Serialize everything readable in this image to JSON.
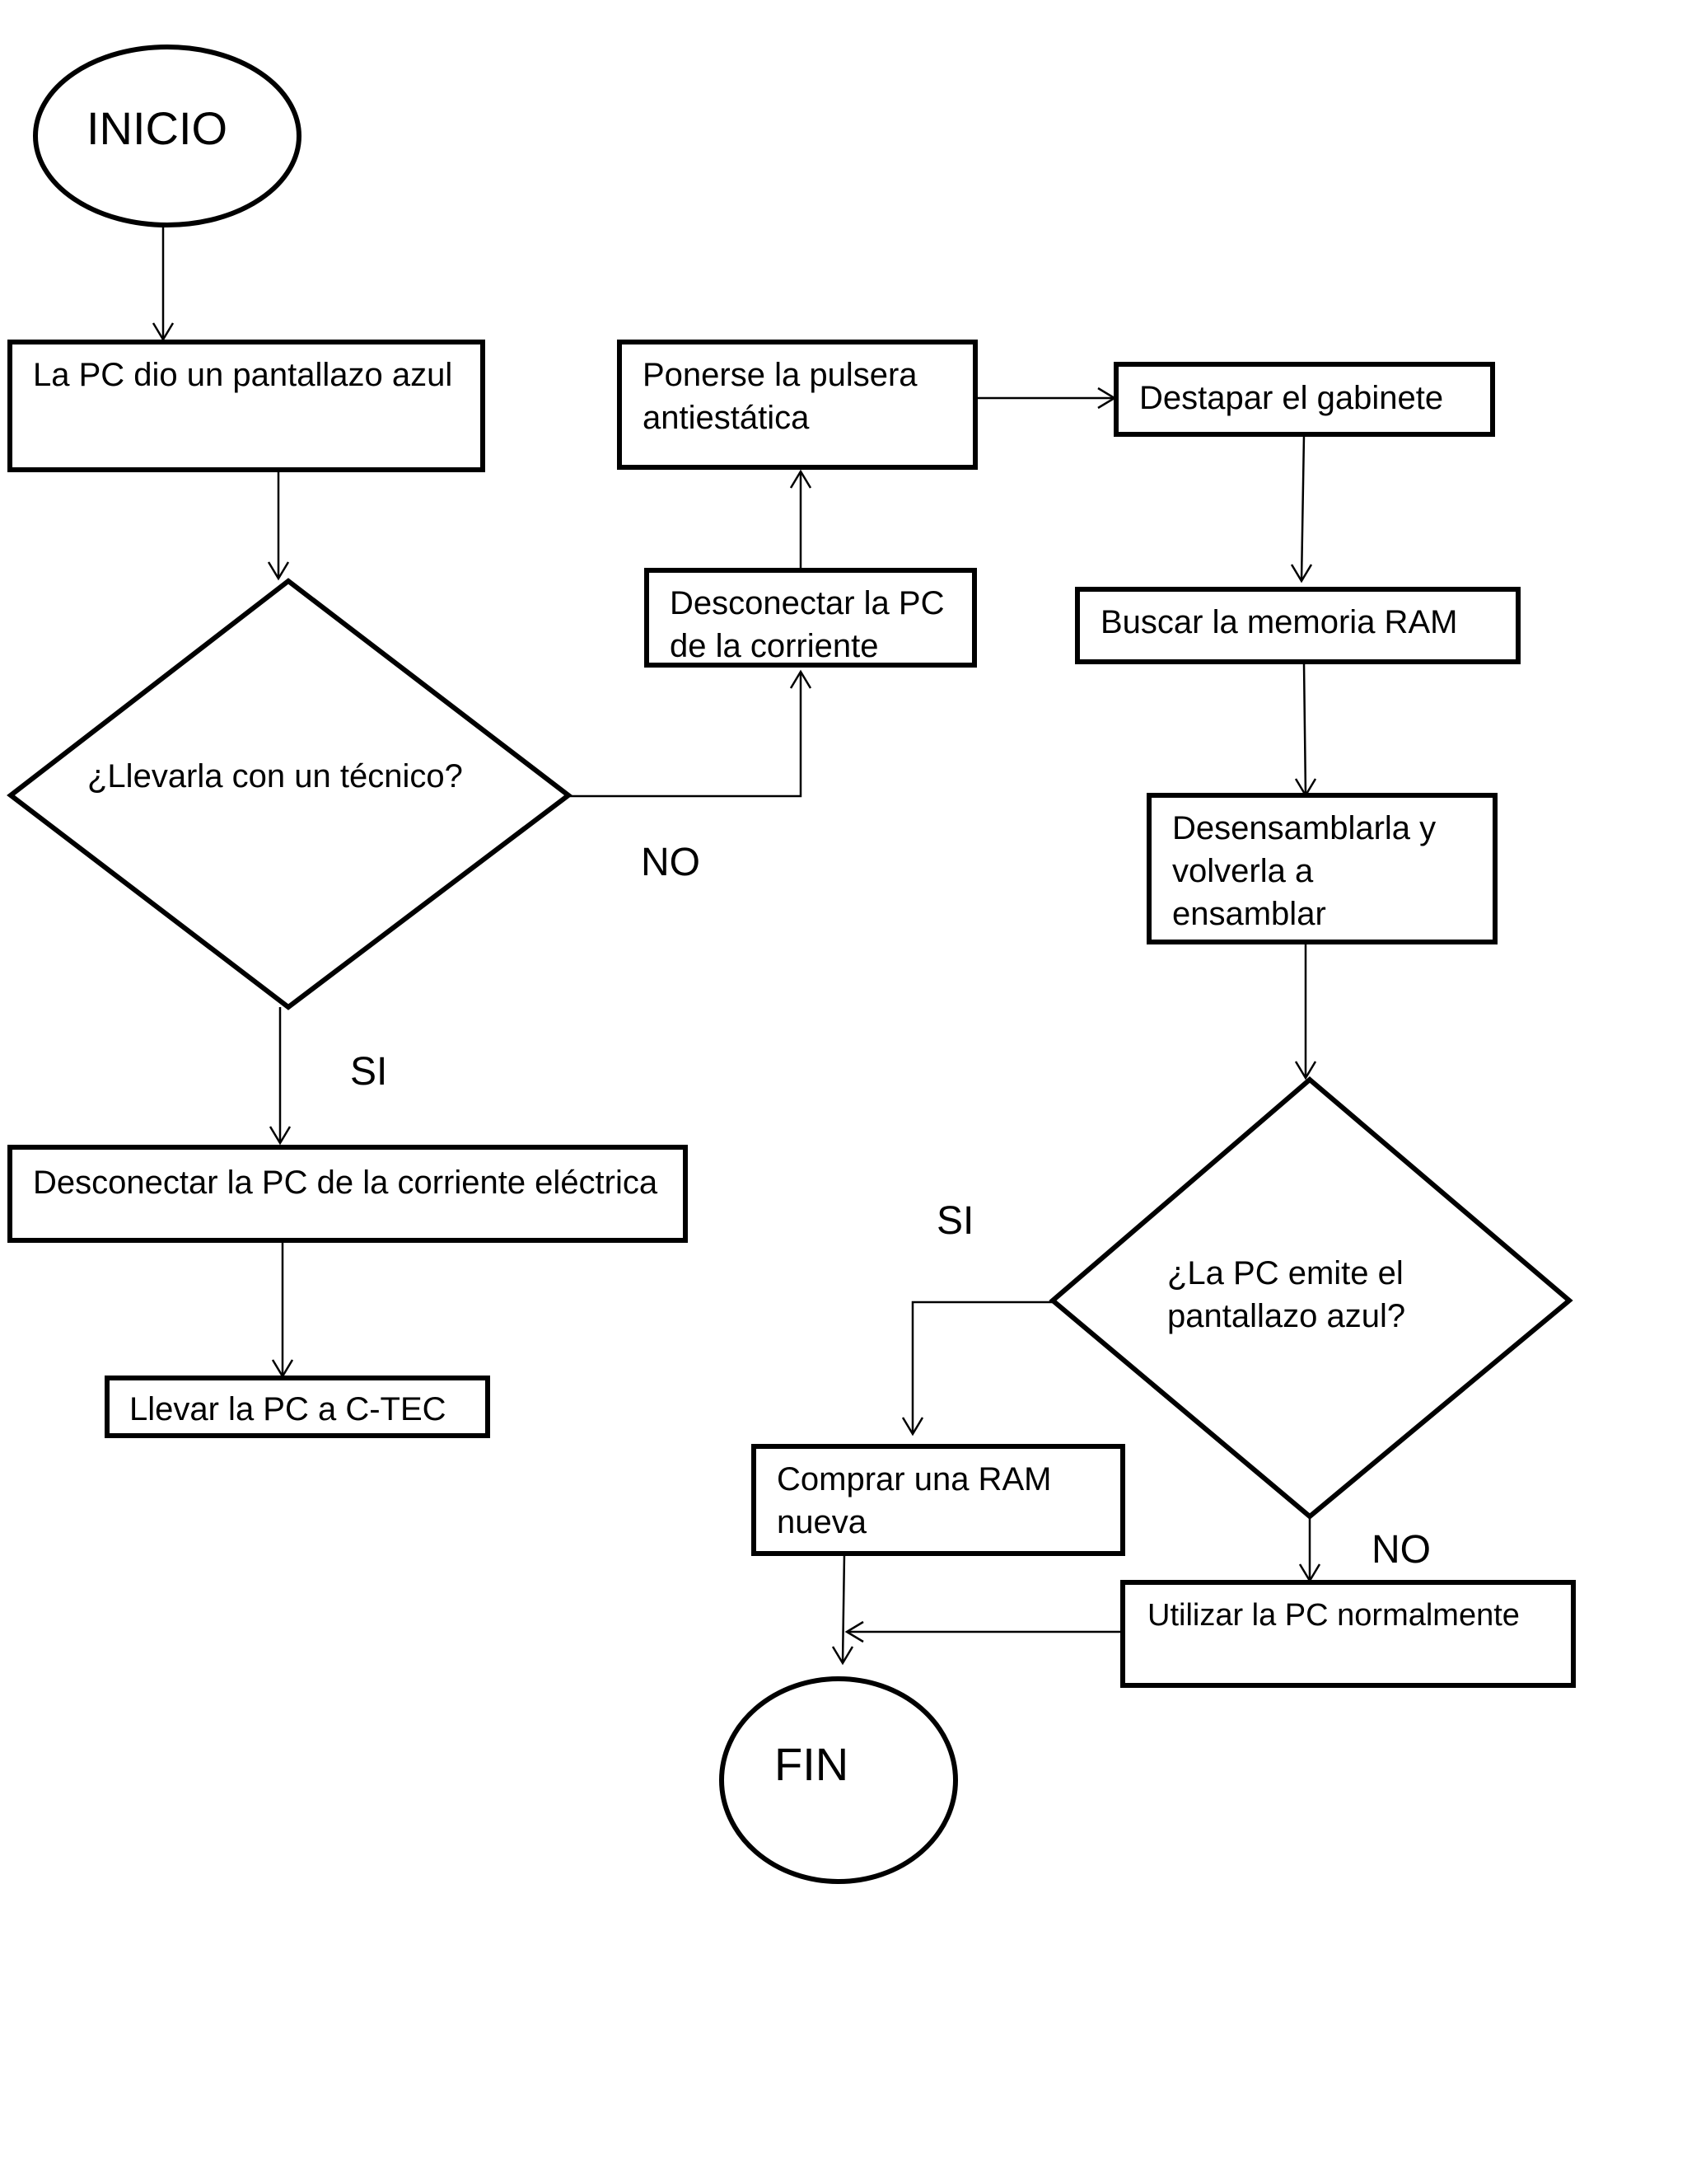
{
  "flowchart": {
    "start": {
      "label": "INICIO"
    },
    "end": {
      "label": "FIN"
    },
    "step_blue_screen": {
      "label": "La PC dio un pantallazo azul"
    },
    "decision_technician": {
      "label": "¿Llevarla con un técnico?"
    },
    "label_no_1": "NO",
    "label_si_1": "SI",
    "step_unplug_electric": {
      "label": "Desconectar la PC de la corriente eléctrica"
    },
    "step_take_ctec": {
      "label": "Llevar la PC a C-TEC"
    },
    "step_unplug": {
      "line1": "Desconectar la PC",
      "line2": "de la corriente"
    },
    "step_wristband": {
      "line1": "Ponerse la pulsera",
      "line2": "antiestática"
    },
    "step_open_case": {
      "label": "Destapar el gabinete"
    },
    "step_find_ram": {
      "label": "Buscar la memoria RAM"
    },
    "step_reassemble": {
      "line1": "Desensamblarla y",
      "line2": "volverla a",
      "line3": "ensamblar"
    },
    "decision_blue_screen": {
      "line1": "¿La PC emite el",
      "line2": "pantallazo azul?"
    },
    "label_si_2": "SI",
    "label_no_2": "NO",
    "step_buy_ram": {
      "line1": "Comprar una  RAM",
      "line2": "nueva"
    },
    "step_use_normally": {
      "label": "Utilizar la PC normalmente"
    }
  }
}
